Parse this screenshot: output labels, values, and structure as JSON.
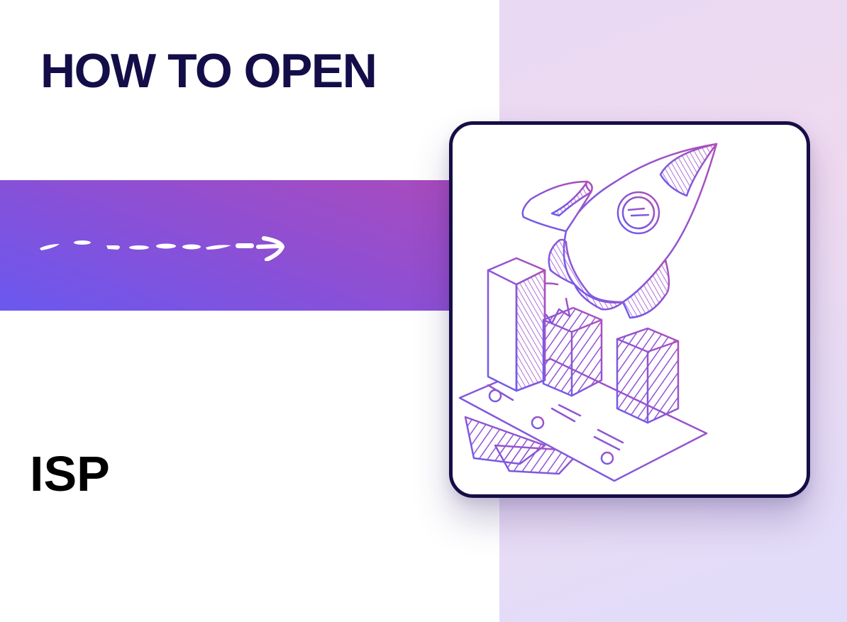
{
  "header": {
    "title": "HOW TO OPEN"
  },
  "banner": {
    "icon": "dashed-arrow-right-icon",
    "gradient_start": "#6a58ef",
    "gradient_end": "#a94bbd"
  },
  "subtitle": "ISP",
  "illustration": {
    "description": "Rocket launching over isometric bar chart blocks on a paper sheet",
    "icon": "rocket-growth-chart-illustration",
    "stroke_start": "#6b5cf0",
    "stroke_end": "#b04fb8",
    "border_color": "#150e46"
  },
  "colors": {
    "title": "#130d48",
    "subtitle": "#000000",
    "right_panel": "#ebdaf3"
  }
}
